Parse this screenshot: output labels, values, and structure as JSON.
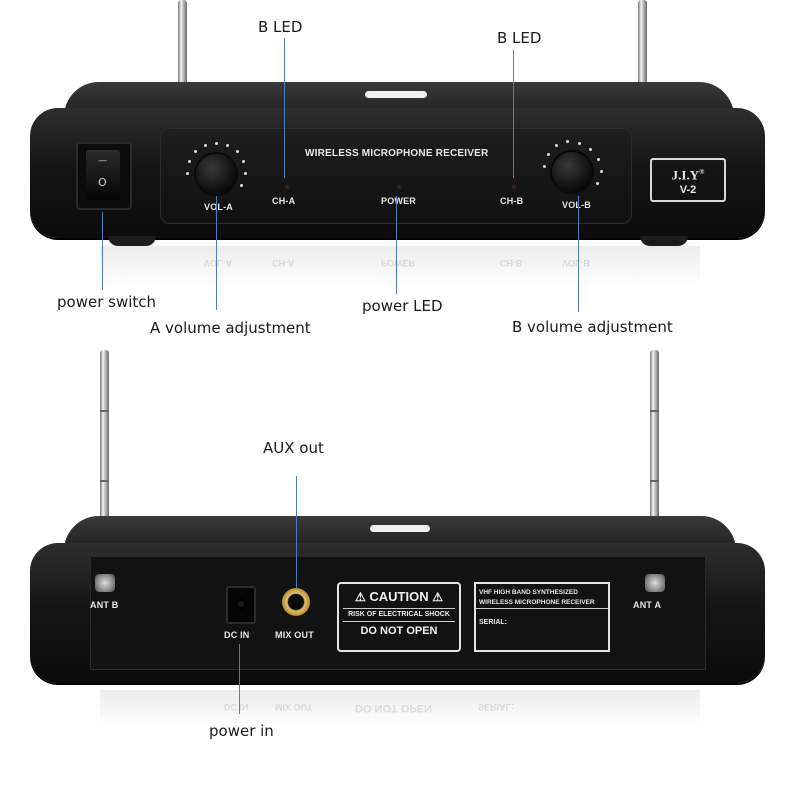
{
  "callouts": {
    "b_led_left": "B LED",
    "b_led_right": "B LED",
    "power_switch": "power switch",
    "power_led": "power LED",
    "a_volume": "A volume adjustment",
    "b_volume": "B volume adjustment",
    "aux_out": "AUX out",
    "power_in": "power in"
  },
  "front_panel": {
    "title": "WIRELESS MICROPHONE RECEIVER",
    "vol_a": "VOL-A",
    "ch_a": "CH-A",
    "power": "POWER",
    "ch_b": "CH-B",
    "vol_b": "VOL-B",
    "brand_top": "J.I.Y",
    "brand_mark": "®",
    "brand_bottom": "V-2",
    "switch_on": "—",
    "switch_off": "O"
  },
  "rear_panel": {
    "ant_b": "ANT B",
    "ant_a": "ANT A",
    "dc_in": "DC IN",
    "mix_out": "MIX OUT",
    "caution_title": "CAUTION",
    "caution_line": "RISK OF ELECTRICAL SHOCK",
    "caution_bottom": "DO NOT OPEN",
    "info_line1": "VHF HIGH BAND SYNTHESIZED",
    "info_line2": "WIRELESS MICROPHONE RECEIVER",
    "serial": "SERIAL:"
  },
  "colors": {
    "callout_line": "#4a7fb8",
    "device_body": "#151515",
    "panel_text": "#e8e8e8",
    "mix_out_ring": "#c9a34a"
  }
}
